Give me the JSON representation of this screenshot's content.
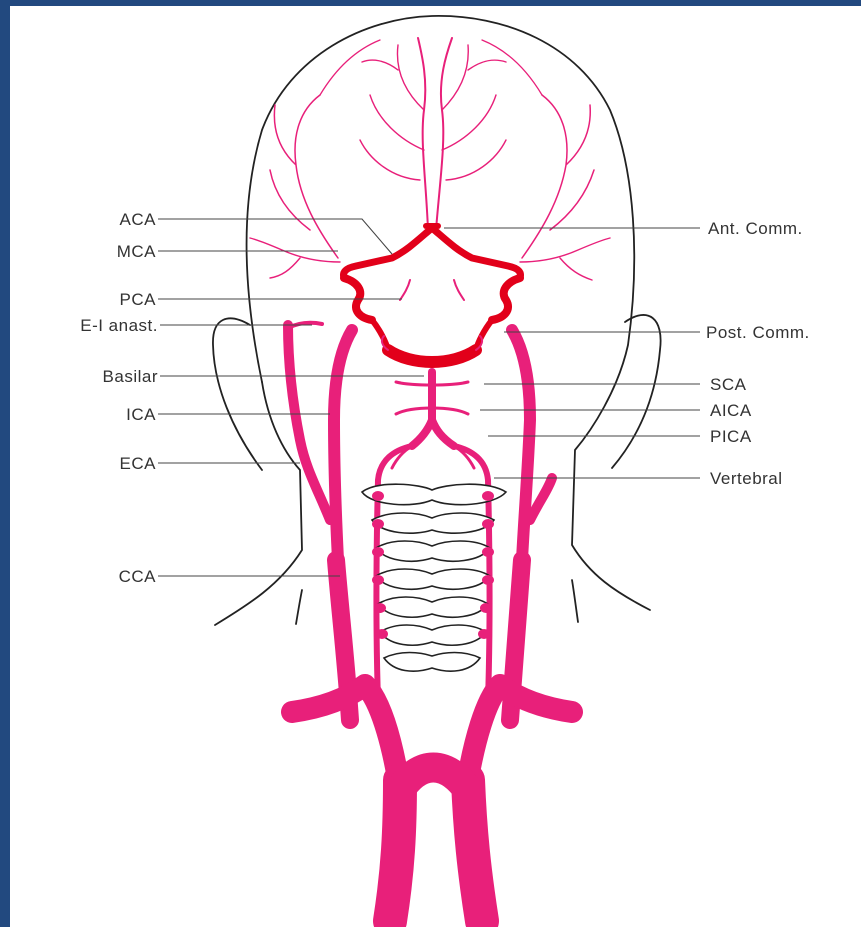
{
  "colors": {
    "frame": "#22497f",
    "artery": "#e8207a",
    "circle_of_willis": "#e2001a",
    "outline": "#222222",
    "label": "#333333"
  },
  "labels": {
    "left": {
      "aca": "ACA",
      "mca": "MCA",
      "pca": "PCA",
      "ei_anast": "E-I anast.",
      "basilar": "Basilar",
      "ica": "ICA",
      "eca": "ECA",
      "cca": "CCA"
    },
    "right": {
      "ant_comm": "Ant. Comm.",
      "post_comm": "Post. Comm.",
      "sca": "SCA",
      "aica": "AICA",
      "pica": "PICA",
      "vertebral": "Vertebral"
    }
  }
}
